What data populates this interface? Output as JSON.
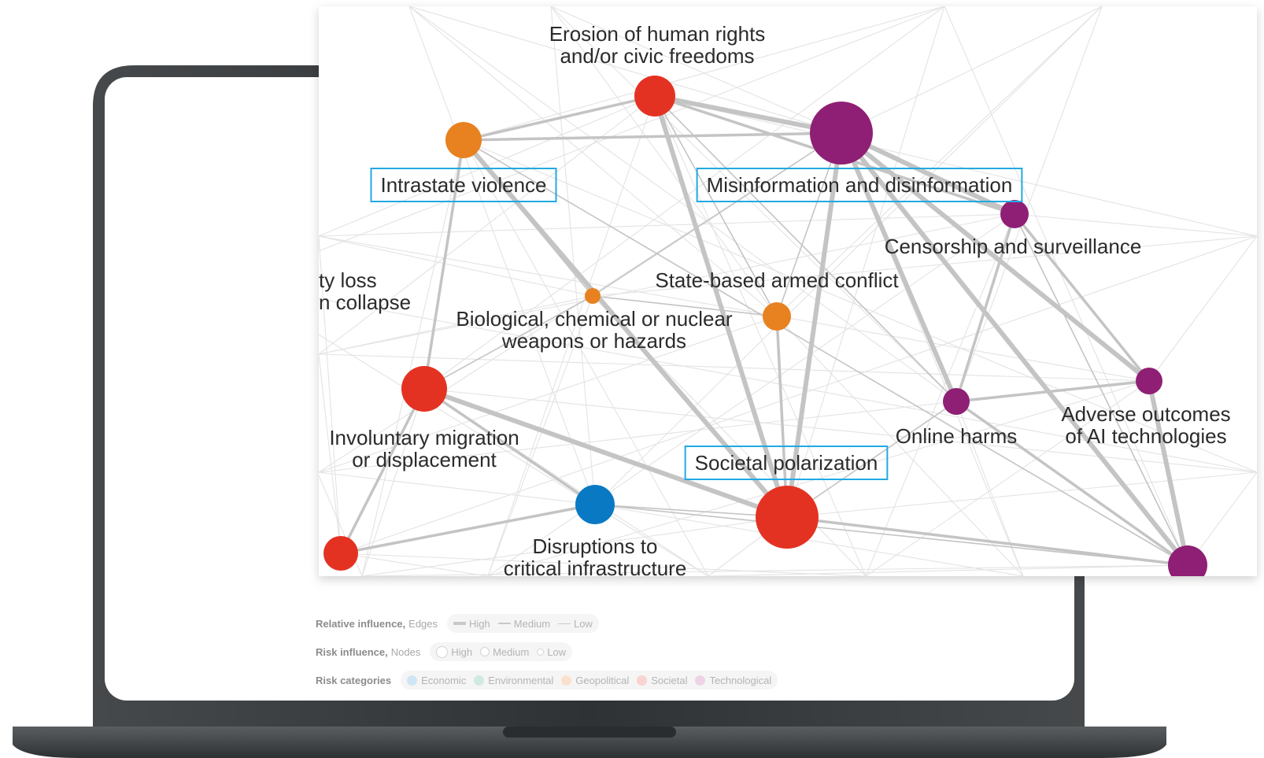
{
  "nodes": [
    {
      "id": "erosion",
      "label": [
        "Erosion of human rights",
        "and/or civic freedoms"
      ],
      "category": "Societal",
      "influence": "Medium"
    },
    {
      "id": "intrastate",
      "label": [
        "Intrastate violence"
      ],
      "category": "Geopolitical",
      "influence": "Medium",
      "highlighted": true
    },
    {
      "id": "misinfo",
      "label": [
        "Misinformation and disinformation"
      ],
      "category": "Technological",
      "influence": "High",
      "highlighted": true
    },
    {
      "id": "censorship",
      "label": [
        "Censorship and surveillance"
      ],
      "category": "Technological",
      "influence": "Low"
    },
    {
      "id": "biodiv",
      "label": [
        "ty loss",
        "n collapse"
      ],
      "category": "Environmental",
      "influence": "Low"
    },
    {
      "id": "statearmed",
      "label": [
        "State-based armed conflict"
      ],
      "category": "Geopolitical",
      "influence": "Low"
    },
    {
      "id": "bio",
      "label": [
        "Biological, chemical or nuclear",
        "weapons or hazards"
      ],
      "category": "Geopolitical",
      "influence": "Low"
    },
    {
      "id": "migration",
      "label": [
        "Involuntary migration",
        "or displacement"
      ],
      "category": "Societal",
      "influence": "Medium"
    },
    {
      "id": "onlineharms",
      "label": [
        "Online harms"
      ],
      "category": "Technological",
      "influence": "Low"
    },
    {
      "id": "ai",
      "label": [
        "Adverse outcomes",
        "of AI technologies"
      ],
      "category": "Technological",
      "influence": "Low"
    },
    {
      "id": "polarization",
      "label": [
        "Societal polarization"
      ],
      "category": "Societal",
      "influence": "High",
      "highlighted": true
    },
    {
      "id": "infra",
      "label": [
        "Disruptions to",
        "critical infrastructure"
      ],
      "category": "Economic",
      "influence": "Medium"
    },
    {
      "id": "leftred",
      "label": [],
      "category": "Societal",
      "influence": "Low"
    },
    {
      "id": "bottomtech",
      "label": [],
      "category": "Technological",
      "influence": "Medium"
    }
  ],
  "edges": [
    {
      "from": "erosion",
      "to": "misinfo",
      "strength": "High"
    },
    {
      "from": "erosion",
      "to": "intrastate",
      "strength": "Medium"
    },
    {
      "from": "erosion",
      "to": "polarization",
      "strength": "High"
    },
    {
      "from": "erosion",
      "to": "censorship",
      "strength": "Medium"
    },
    {
      "from": "intrastate",
      "to": "misinfo",
      "strength": "Medium"
    },
    {
      "from": "intrastate",
      "to": "polarization",
      "strength": "High"
    },
    {
      "from": "intrastate",
      "to": "migration",
      "strength": "Medium"
    },
    {
      "from": "misinfo",
      "to": "polarization",
      "strength": "High"
    },
    {
      "from": "misinfo",
      "to": "censorship",
      "strength": "High"
    },
    {
      "from": "misinfo",
      "to": "onlineharms",
      "strength": "High"
    },
    {
      "from": "misinfo",
      "to": "ai",
      "strength": "High"
    },
    {
      "from": "misinfo",
      "to": "bottomtech",
      "strength": "High"
    },
    {
      "from": "censorship",
      "to": "ai",
      "strength": "Medium"
    },
    {
      "from": "censorship",
      "to": "onlineharms",
      "strength": "Medium"
    },
    {
      "from": "onlineharms",
      "to": "ai",
      "strength": "Medium"
    },
    {
      "from": "ai",
      "to": "bottomtech",
      "strength": "High"
    },
    {
      "from": "migration",
      "to": "polarization",
      "strength": "High"
    },
    {
      "from": "migration",
      "to": "bio",
      "strength": "Low"
    },
    {
      "from": "migration",
      "to": "infra",
      "strength": "Medium"
    },
    {
      "from": "polarization",
      "to": "statearmed",
      "strength": "Medium"
    },
    {
      "from": "polarization",
      "to": "onlineharms",
      "strength": "Low"
    },
    {
      "from": "polarization",
      "to": "bottomtech",
      "strength": "Medium"
    },
    {
      "from": "bio",
      "to": "statearmed",
      "strength": "Low"
    },
    {
      "from": "bio",
      "to": "intrastate",
      "strength": "Low"
    },
    {
      "from": "bio",
      "to": "misinfo",
      "strength": "Low"
    },
    {
      "from": "infra",
      "to": "polarization",
      "strength": "Low"
    },
    {
      "from": "infra",
      "to": "bottomtech",
      "strength": "Low"
    },
    {
      "from": "leftred",
      "to": "migration",
      "strength": "Medium"
    },
    {
      "from": "leftred",
      "to": "infra",
      "strength": "Medium"
    },
    {
      "from": "statearmed",
      "to": "misinfo",
      "strength": "Low"
    },
    {
      "from": "statearmed",
      "to": "erosion",
      "strength": "Low"
    },
    {
      "from": "onlineharms",
      "to": "bottomtech",
      "strength": "Medium"
    },
    {
      "from": "censorship",
      "to": "bottomtech",
      "strength": "Low"
    },
    {
      "from": "erosion",
      "to": "onlineharms",
      "strength": "Low"
    },
    {
      "from": "intrastate",
      "to": "bottomtech",
      "strength": "Low"
    }
  ],
  "legend": {
    "edges": {
      "title": "Relative influence,",
      "subtitle": "Edges",
      "items": [
        "High",
        "Medium",
        "Low"
      ]
    },
    "nodes": {
      "title": "Risk influence,",
      "subtitle": "Nodes",
      "items": [
        "High",
        "Medium",
        "Low"
      ]
    },
    "categories": {
      "title": "Risk categories",
      "items": [
        {
          "name": "Economic",
          "color": "#cfe6f4"
        },
        {
          "name": "Environmental",
          "color": "#cfe9e3"
        },
        {
          "name": "Geopolitical",
          "color": "#fbe1cc"
        },
        {
          "name": "Societal",
          "color": "#f9d3d1"
        },
        {
          "name": "Technological",
          "color": "#ecd4e6"
        }
      ]
    }
  },
  "colors": {
    "Economic": "#0a79c4",
    "Environmental": "#2aa08a",
    "Geopolitical": "#e8811f",
    "Societal": "#e43222",
    "Technological": "#8f1f74",
    "highlight_box": "#21a9e3",
    "edge": "#c4c4c4",
    "laptop_frame": "#35393b",
    "laptop_base": "#3a3d3f"
  },
  "icons": [
    "laptop-illustration",
    "network-diagram"
  ]
}
